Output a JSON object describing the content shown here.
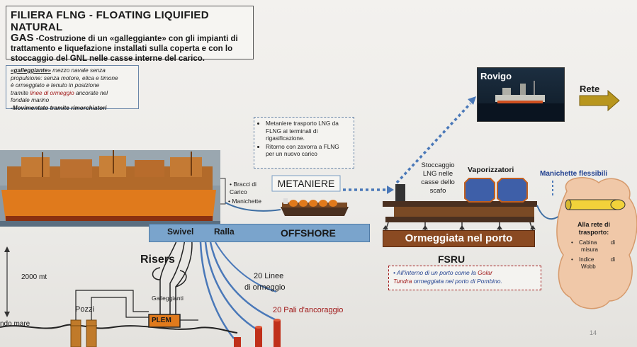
{
  "title": {
    "line1": "FILIERA FLNG - FLOATING LIQUIFIED NATURAL",
    "gas": "GAS",
    "line2": "-Costruzione di un «galleggiante» con gli impianti di",
    "line3": "trattamento e liquefazione installati sulla coperta e con lo",
    "line4": "stoccaggio del GNL nelle casse interne del carico."
  },
  "definition": {
    "term": "«galleggiante»",
    "l1": " mezzo navale senza",
    "l2": "propulsione: senza motore, elica e timone",
    "l3": "è ormeggiato e tenuto in posizione",
    "l4a": "tramite ",
    "l4red": "linee di ormeggio",
    "l4b": " ancorate nel",
    "l5": "fondale marino",
    "l6": "-Movimentato tramite rimorchiatori"
  },
  "metaniere_box": {
    "item1": "Metaniere trasporto LNG da FLNG ai terminali di rigasificazione.",
    "item2": "Ritorno con zavorra a FLNG per un nuovo carico"
  },
  "labels": {
    "bracci": "Bracci di Carico",
    "manichette": "Manichette",
    "metaniere": "METANIERE",
    "swivel": "Swivel",
    "ralla": "Ralla",
    "offshore": "OFFSHORE",
    "risers": "Risers",
    "galleggianti": "Galleggianti",
    "linee": "20 Linee",
    "ormeggio": "di ormeggio",
    "pali": "20 Pali  d'ancoraggio",
    "mt2000": "2000 mt",
    "pozzi": "Pozzi",
    "plem": "PLEM",
    "fondo": "ndo mare",
    "stoccaggio1": "Stoccaggio",
    "stoccaggio2": "LNG nelle",
    "stoccaggio3": "casse dello",
    "stoccaggio4": "scafo",
    "vaporizzatori": "Vaporizzatori",
    "manichette_fless": "Manichette flessibili",
    "ormeggiata": "Ormeggiata nel porto",
    "fsru": "FSRU",
    "rovigo": "Rovigo",
    "rete": "Rete"
  },
  "fsru_note": {
    "a": "All'interno di un porto come la ",
    "red1": "Golar",
    "red2": "Tundra",
    "b": " ormeggiata nel porto di Pombino."
  },
  "cloud": {
    "title1": "Alla rete di",
    "title2": "trasporto:",
    "b1a": "Cabina",
    "b1b": "di",
    "b1c": "misura",
    "b2a": "Indice",
    "b2b": "di",
    "b2c": "Wobb"
  },
  "page_number": "14"
}
